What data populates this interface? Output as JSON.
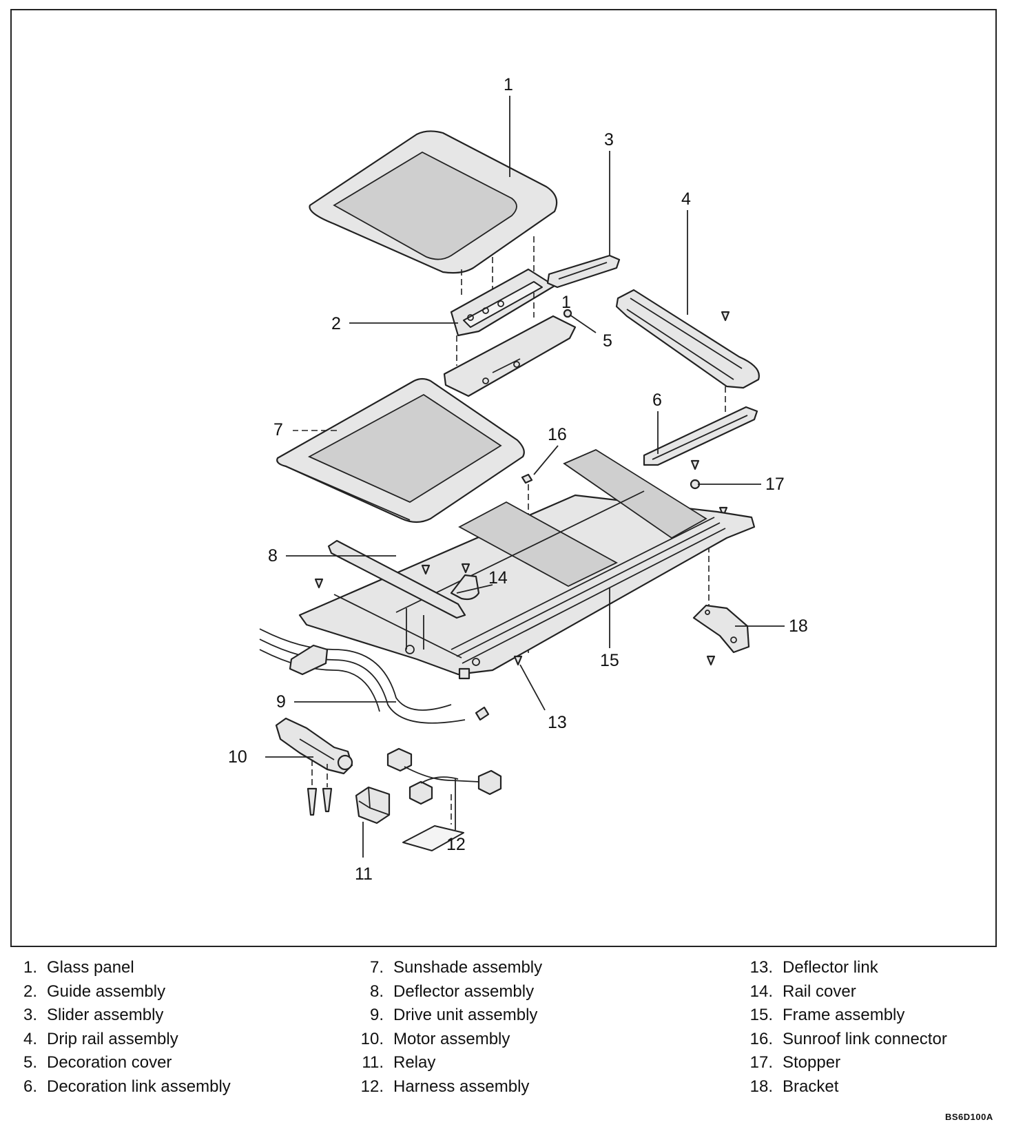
{
  "callouts": [
    "1",
    "2",
    "3",
    "4",
    "5",
    "6",
    "7",
    "8",
    "9",
    "10",
    "11",
    "12",
    "13",
    "14",
    "15",
    "16",
    "17",
    "18"
  ],
  "legend": {
    "columns": [
      [
        {
          "num": "1.",
          "label": "Glass panel"
        },
        {
          "num": "2.",
          "label": "Guide assembly"
        },
        {
          "num": "3.",
          "label": "Slider assembly"
        },
        {
          "num": "4.",
          "label": "Drip rail assembly"
        },
        {
          "num": "5.",
          "label": "Decoration cover"
        },
        {
          "num": "6.",
          "label": "Decoration link assembly"
        }
      ],
      [
        {
          "num": "7.",
          "label": "Sunshade assembly"
        },
        {
          "num": "8.",
          "label": "Deflector assembly"
        },
        {
          "num": "9.",
          "label": "Drive unit assembly"
        },
        {
          "num": "10.",
          "label": "Motor assembly"
        },
        {
          "num": "11.",
          "label": "Relay"
        },
        {
          "num": "12.",
          "label": "Harness assembly"
        }
      ],
      [
        {
          "num": "13.",
          "label": "Deflector link"
        },
        {
          "num": "14.",
          "label": "Rail cover"
        },
        {
          "num": "15.",
          "label": "Frame assembly"
        },
        {
          "num": "16.",
          "label": "Sunroof link connector"
        },
        {
          "num": "17.",
          "label": "Stopper"
        },
        {
          "num": "18.",
          "label": "Bracket"
        }
      ]
    ]
  },
  "figure_code": "BS6D100A"
}
